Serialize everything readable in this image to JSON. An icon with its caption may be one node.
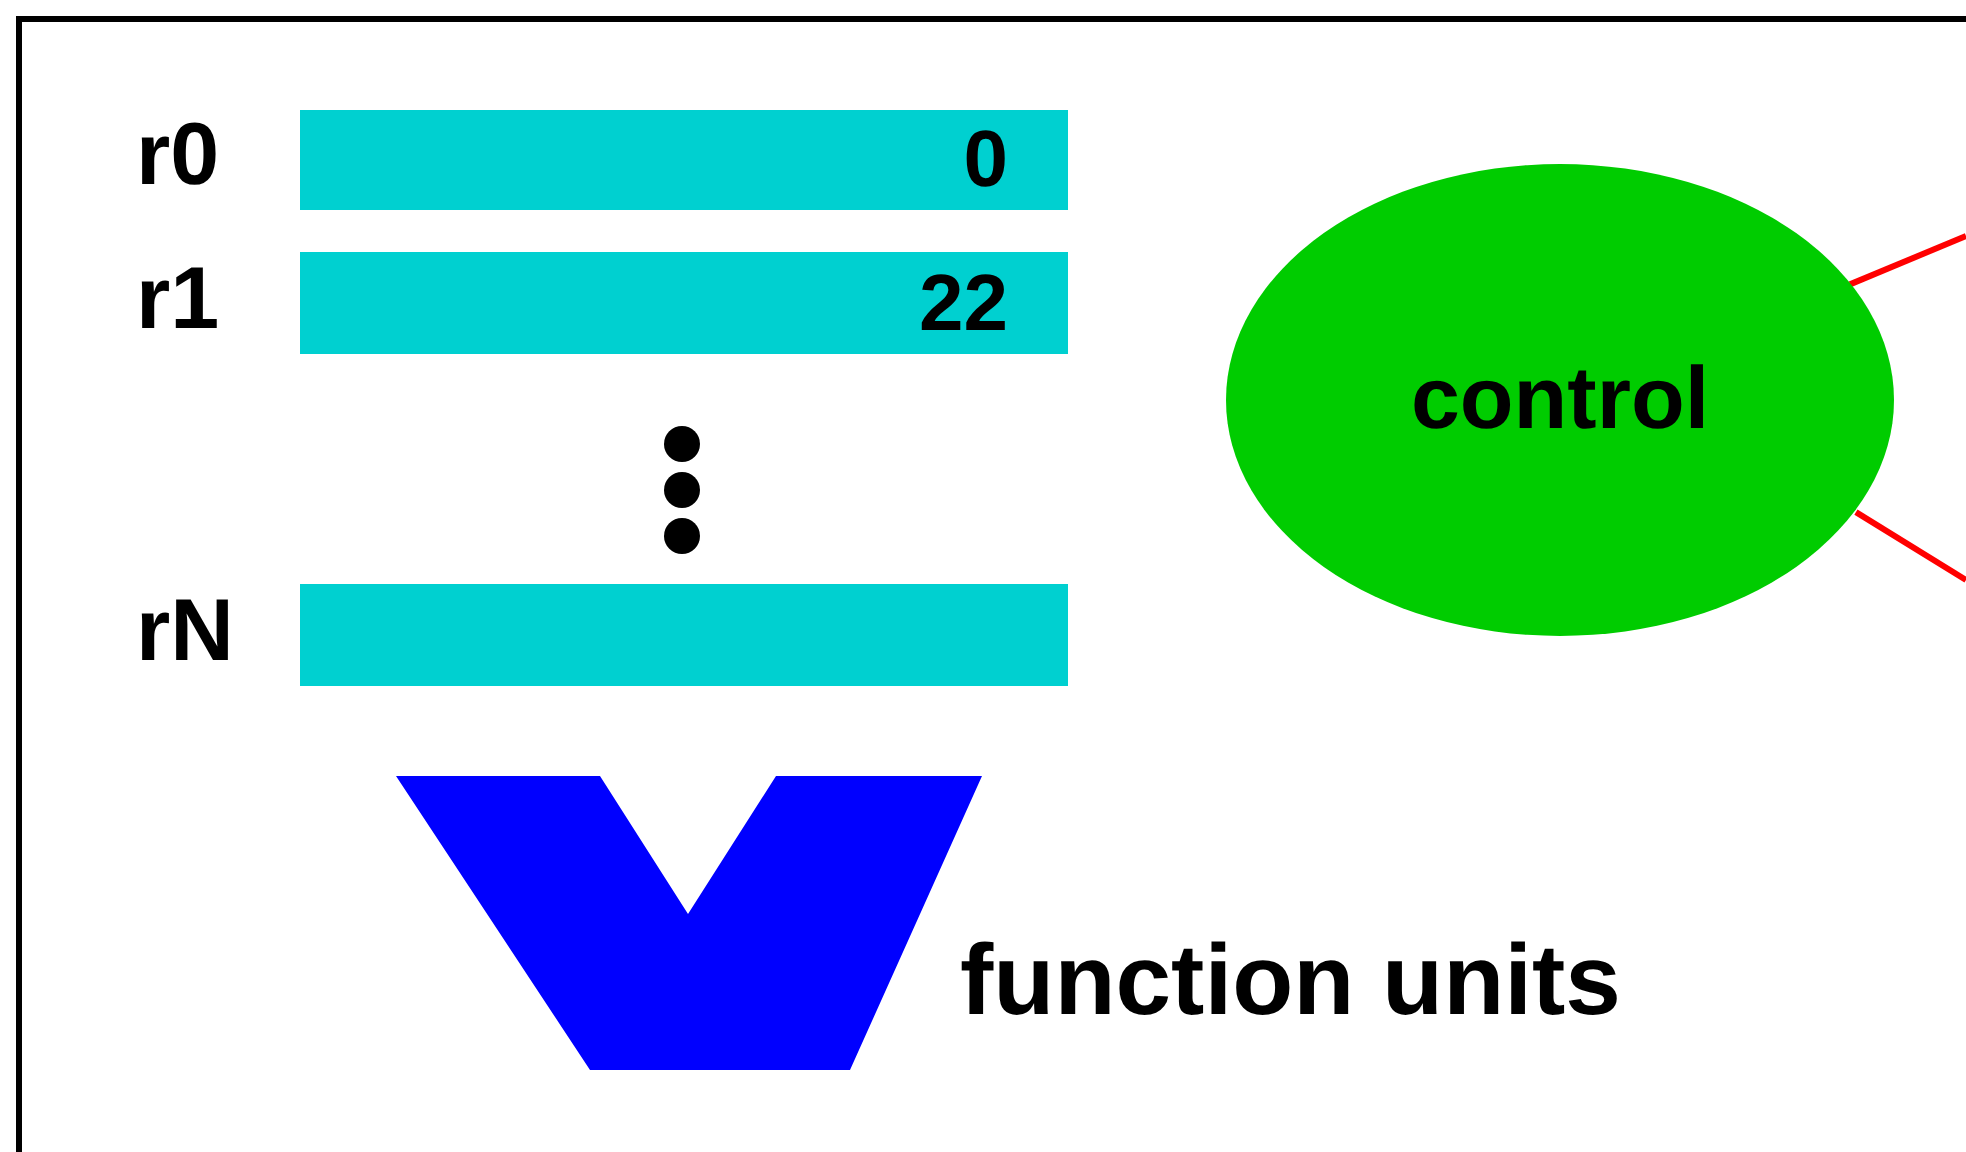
{
  "diagram": {
    "nodes": [
      {
        "text": [
          "0"
        ],
        "beside": [
          "r0"
        ]
      },
      {
        "text": [
          "22"
        ],
        "beside": [
          "r1"
        ]
      },
      {
        "text": [],
        "shape": "bar",
        "beside": [
          "rN"
        ]
      },
      {
        "text": [
          "control"
        ]
      },
      {
        "text": [],
        "shape": "funnel",
        "beside": [
          "function units"
        ]
      }
    ],
    "edges": [
      {
        "from": 3,
        "to": null,
        "arrow": "none",
        "color": "#ff0000"
      },
      {
        "from": 3,
        "to": null,
        "arrow": "none",
        "color": "#ff0000"
      }
    ]
  }
}
